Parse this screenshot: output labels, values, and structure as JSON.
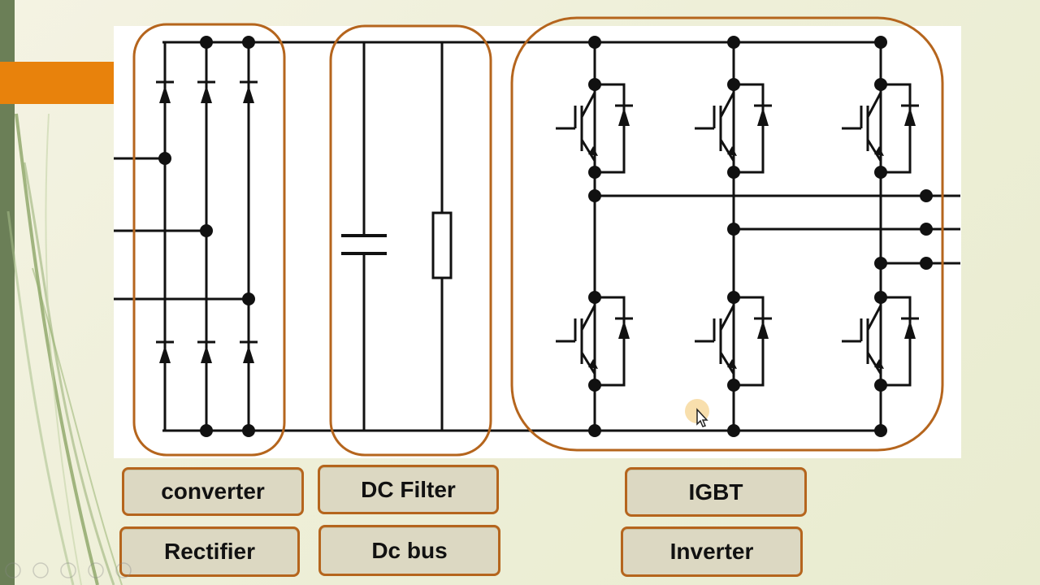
{
  "labels": {
    "converter": "converter",
    "rectifier": "Rectifier",
    "dc_filter": "DC Filter",
    "dc_bus": "Dc bus",
    "igbt": "IGBT",
    "inverter": "Inverter"
  },
  "colors": {
    "accent_orange": "#e8820c",
    "group_outline": "#b5651d",
    "sidebar_green": "#6b7f57",
    "label_fill": "#dcd8c2",
    "wire": "#111111"
  },
  "icons": [
    "mouse-cursor-icon",
    "presentation-controls-icon"
  ]
}
